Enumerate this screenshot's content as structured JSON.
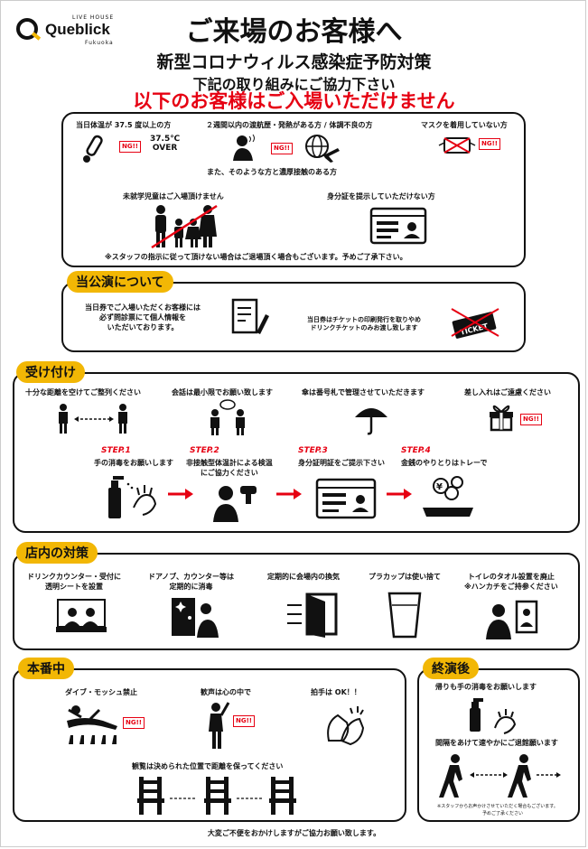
{
  "logo": {
    "sup": "LIVE HOUSE",
    "name": "Queblick",
    "sub": "Fukuoka"
  },
  "header": {
    "title": "ご来場のお客様へ",
    "subtitle": "新型コロナウィルス感染症予防対策",
    "request": "下記の取り組みにご協力下さい",
    "warning": "以下のお客様はご入場いただけません"
  },
  "ng_label": "NG!!",
  "entry": {
    "temp": "当日体温が 37.5 度以上の方",
    "temp_over_1": "37.5℃",
    "temp_over_2": "OVER",
    "travel": "２週間以内の渡航歴・発熱がある方 / 体調不良の方",
    "mask": "マスクを着用していない方",
    "contact": "また、そのような方と濃厚接触のある方",
    "children": "未就学児童はご入場頂けません",
    "id": "身分証を提示していただけない方",
    "note": "※スタッフの指示に従って頂けない場合はご退場頂く場合もございます。予めご了承下さい。"
  },
  "performance": {
    "tab": "当公演について",
    "line1": "当日券でご入場いただくお客様には",
    "line2": "必ず問診票にて個人情報を",
    "line3": "いただいております。",
    "ticket1": "当日券はチケットの印刷発行を取りやめ",
    "ticket2": "ドリンクチケットのみお渡し致します",
    "ticket_word": "TICKET"
  },
  "reception": {
    "tab": "受け付け",
    "distance": "十分な距離を空けてご整列ください",
    "talk": "会話は最小限でお願い致します",
    "umbrella": "傘は番号札で管理させていただきます",
    "gift": "差し入れはご遠慮ください",
    "steps": [
      {
        "label": "STEP.1",
        "text": "手の消毒をお願いします"
      },
      {
        "label": "STEP.2",
        "text": "非接触型体温計による検温",
        "text2": "にご協力ください"
      },
      {
        "label": "STEP.3",
        "text": "身分証明証をご提示下さい"
      },
      {
        "label": "STEP.4",
        "text": "金銭のやりとりはトレーで"
      }
    ],
    "yen": "¥"
  },
  "venue": {
    "tab": "店内の対策",
    "counter1": "ドリンクカウンター・受付に",
    "counter2": "透明シートを設置",
    "knob1": "ドアノブ、カウンター等は",
    "knob2": "定期的に消毒",
    "vent": "定期的に会場内の換気",
    "cup": "プラカップは使い捨て",
    "towel1": "トイレのタオル設置を廃止",
    "towel2": "※ハンカチをご持参ください"
  },
  "show": {
    "tab": "本番中",
    "dive": "ダイブ・モッシュ禁止",
    "voice": "歓声は心の中で",
    "clap": "拍手は OK！！",
    "seat": "観覧は決められた位置で距離を保ってください"
  },
  "after": {
    "tab": "終演後",
    "sanitize": "帰りも手の消毒をお願いします",
    "leave": "間隔をあけて速やかにご退館願います",
    "note1": "※スタッフからお声かけさせていただく場合もございます。",
    "note2": "予めご了承ください"
  },
  "footer": "大変ご不便をおかけしますがご協力お願い致します。",
  "colors": {
    "accent": "#f2b705",
    "ng_red": "#e60012",
    "ink": "#111111"
  }
}
